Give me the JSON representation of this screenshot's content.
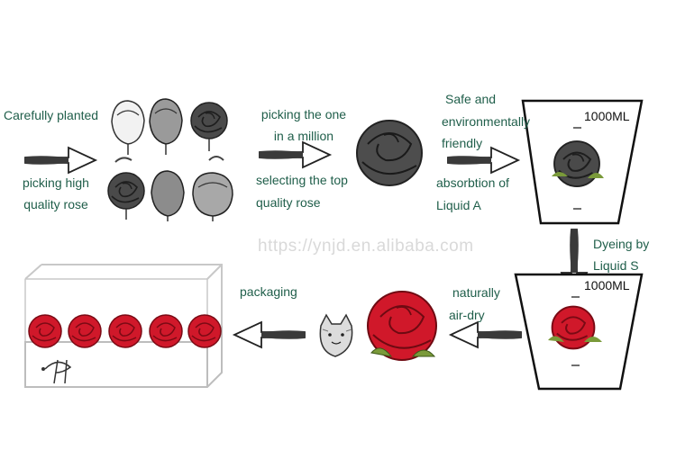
{
  "steps": {
    "planted": "Carefully planted",
    "picking_high_l1": "picking high",
    "picking_high_l2": "quality rose",
    "one_in_million_l1": "picking the one",
    "one_in_million_l2": "in a million",
    "selecting_top_l1": "selecting the top",
    "selecting_top_l2": "quality rose",
    "safe_l1": "Safe and",
    "safe_l2": "environmentally",
    "safe_l3": "friendly",
    "absorb_l1": "absorbtion of",
    "absorb_l2": "Liquid A",
    "dyeing_l1": "Dyeing by",
    "dyeing_l2": "Liquid S",
    "airdry_l1": "naturally",
    "airdry_l2": "air-dry",
    "packaging": "packaging"
  },
  "beakers": {
    "top_volume": "1000ML",
    "bottom_volume": "1000ML"
  },
  "watermark": "https://ynjd.en.alibaba.com",
  "colors": {
    "text": "#1f5e4a",
    "rose_red": "#d0182a",
    "rose_gray": "#4a4a4a",
    "leaf": "#7a9a3a"
  }
}
